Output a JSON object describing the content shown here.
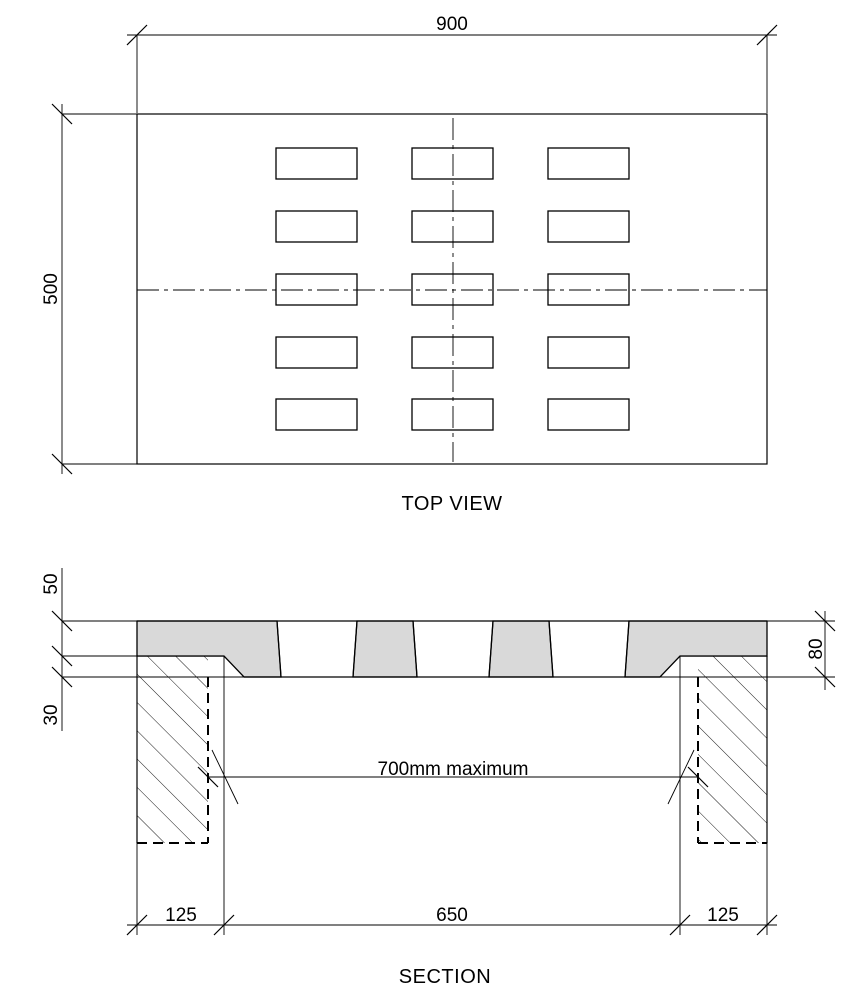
{
  "top_view": {
    "title": "TOP VIEW",
    "width_dim": "900",
    "height_dim": "500",
    "slot_columns": 3,
    "slot_rows": 5
  },
  "section": {
    "title": "SECTION",
    "dim_top": "50",
    "dim_lower": "30",
    "dim_right": "80",
    "span_label": "700mm maximum",
    "dim_left_bearing": "125",
    "dim_opening": "650",
    "dim_right_bearing": "125"
  }
}
